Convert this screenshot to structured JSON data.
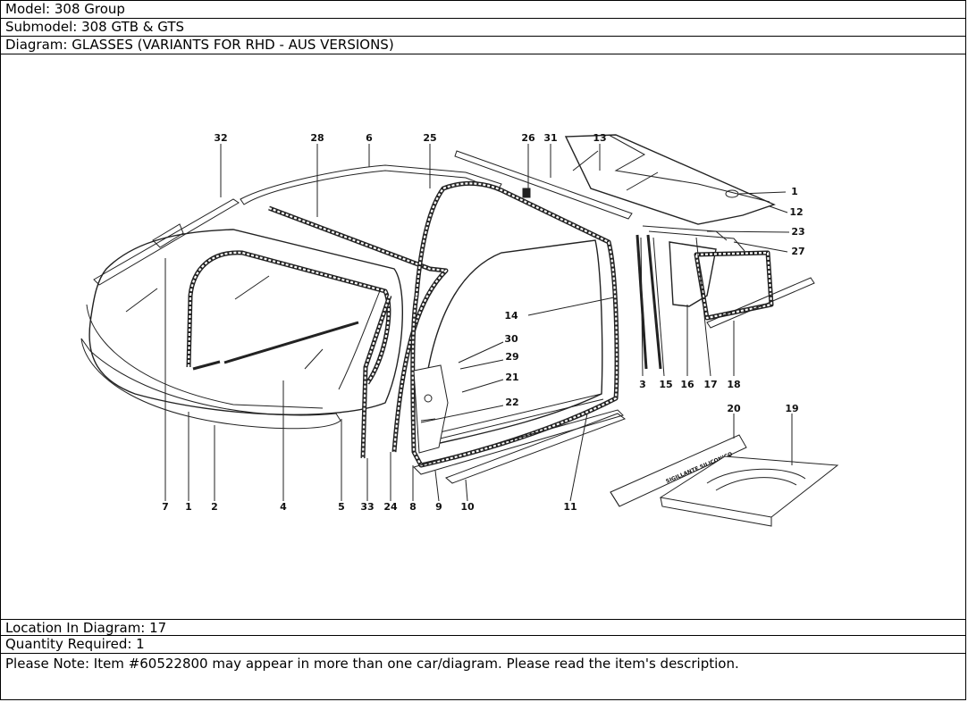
{
  "header": {
    "model": "Model: 308 Group",
    "submodel": "Submodel: 308 GTB & GTS",
    "diagram": "Diagram: GLASSES (VARIANTS FOR RHD - AUS VERSIONS)"
  },
  "footer": {
    "location": "Location In Diagram: 17",
    "quantity": "Quantity Required: 1",
    "note": "Please Note: Item #60522800 may appear in more than one car/diagram. Please read the item's description."
  },
  "callouts": [
    "32",
    "28",
    "6",
    "25",
    "26",
    "31",
    "13",
    "1",
    "12",
    "23",
    "27",
    "14",
    "30",
    "29",
    "21",
    "22",
    "3",
    "15",
    "16",
    "17",
    "18",
    "20",
    "19",
    "7",
    "1",
    "2",
    "4",
    "5",
    "33",
    "24",
    "8",
    "9",
    "10",
    "11"
  ],
  "box_text": {
    "sealant_label": "SIGILLANTE SILICONICO"
  }
}
